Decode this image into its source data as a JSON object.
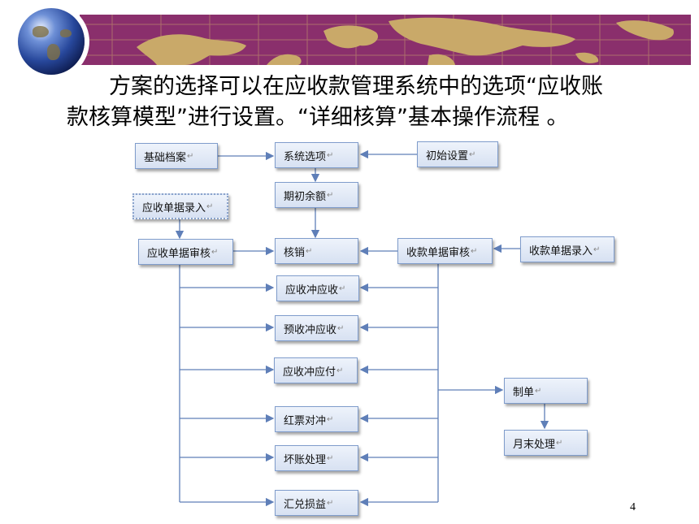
{
  "paragraph": {
    "line1": "方案的选择可以在应收款管理系统中的选项“应收账",
    "line2": "款核算模型”进行设置。“详细核算”基本操作流程 。"
  },
  "boxes": {
    "basic_archive": "基础档案",
    "system_options": "系统选项",
    "initial_setup": "初始设置",
    "opening_balance": "期初余额",
    "receivable_entry": "应收单据录入",
    "receivable_audit": "应收单据审核",
    "write_off": "核销",
    "receipt_audit": "收款单据审核",
    "receipt_entry": "收款单据录入",
    "ar_offset_ar": "应收冲应收",
    "advance_offset_ar": "预收冲应收",
    "ar_offset_ap": "应收冲应付",
    "red_offset": "红票对冲",
    "bad_debt": "坏账处理",
    "fx_gain_loss": "汇兑损益",
    "make_voucher": "制单",
    "month_end": "月末处理"
  },
  "paragraph_mark": "↵",
  "page_number": "4",
  "colors": {
    "banner": "#8a2f6c",
    "map_land": "#c9a969",
    "box_border": "#7f9ccb",
    "connector": "#5f7fb8"
  }
}
